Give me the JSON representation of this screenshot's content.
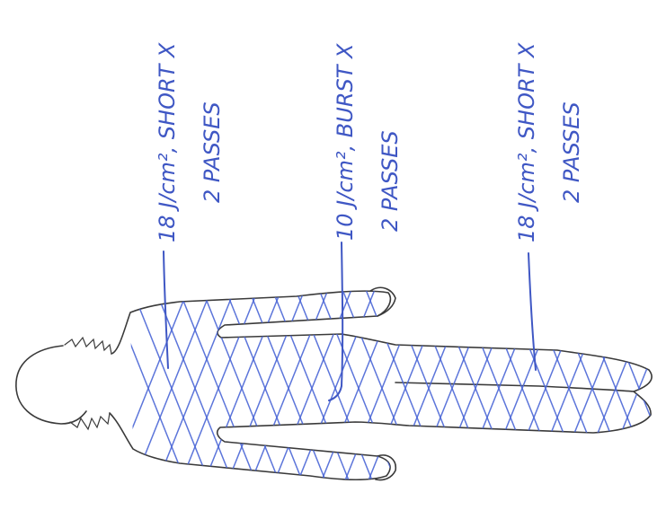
{
  "annotations": [
    {
      "line1": "18 J/cm², SHORT X",
      "line2": "2 PASSES"
    },
    {
      "line1": "10 J/cm², BURST X",
      "line2": "2 PASSES"
    },
    {
      "line1": "18 J/cm², SHORT X",
      "line2": "2 PASSES"
    }
  ],
  "colors": {
    "ink": "#3f57c4",
    "outline": "#3a3a3a"
  }
}
